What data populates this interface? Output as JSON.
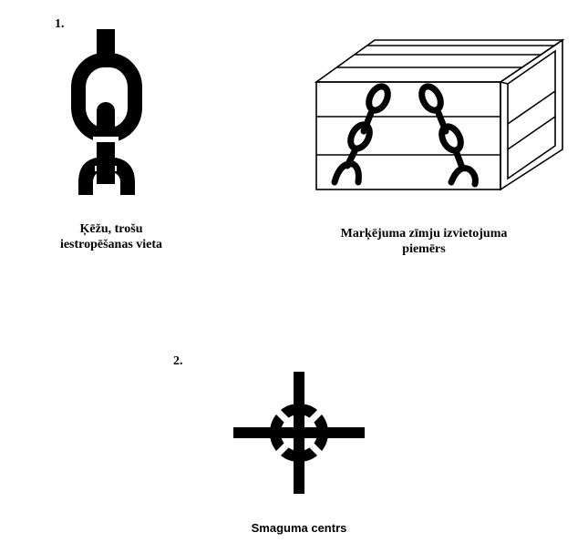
{
  "section1": {
    "number": "1.",
    "chain_symbol_caption_line1": "Ķēžu, trošu",
    "chain_symbol_caption_line2": "iestropēšanas vieta",
    "crate_caption_line1": "Marķējuma zīmju izvietojuma",
    "crate_caption_line2": "piemērs"
  },
  "section2": {
    "number": "2.",
    "center_caption": "Smaguma centrs"
  },
  "colors": {
    "ink": "#000000",
    "background": "#ffffff"
  },
  "icons": [
    "chain-icon",
    "crate-with-chains",
    "center-of-gravity-icon"
  ]
}
